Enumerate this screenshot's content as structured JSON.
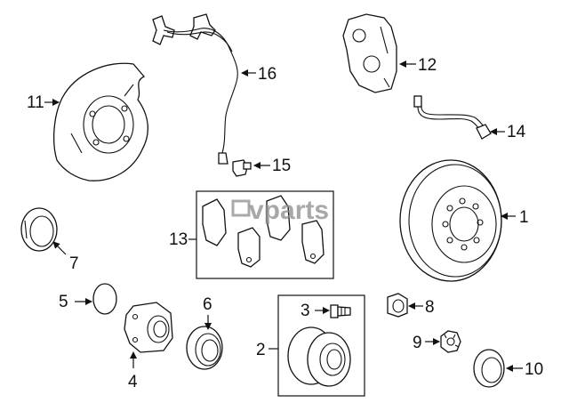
{
  "watermark": "vparts",
  "callouts": {
    "c1": "1",
    "c2": "2",
    "c3": "3",
    "c4": "4",
    "c5": "5",
    "c6": "6",
    "c7": "7",
    "c8": "8",
    "c9": "9",
    "c10": "10",
    "c11": "11",
    "c12": "12",
    "c13": "13",
    "c14": "14",
    "c15": "15",
    "c16": "16"
  },
  "colors": {
    "line": "#111111",
    "background": "#ffffff",
    "watermark": "#8c8c8c"
  }
}
